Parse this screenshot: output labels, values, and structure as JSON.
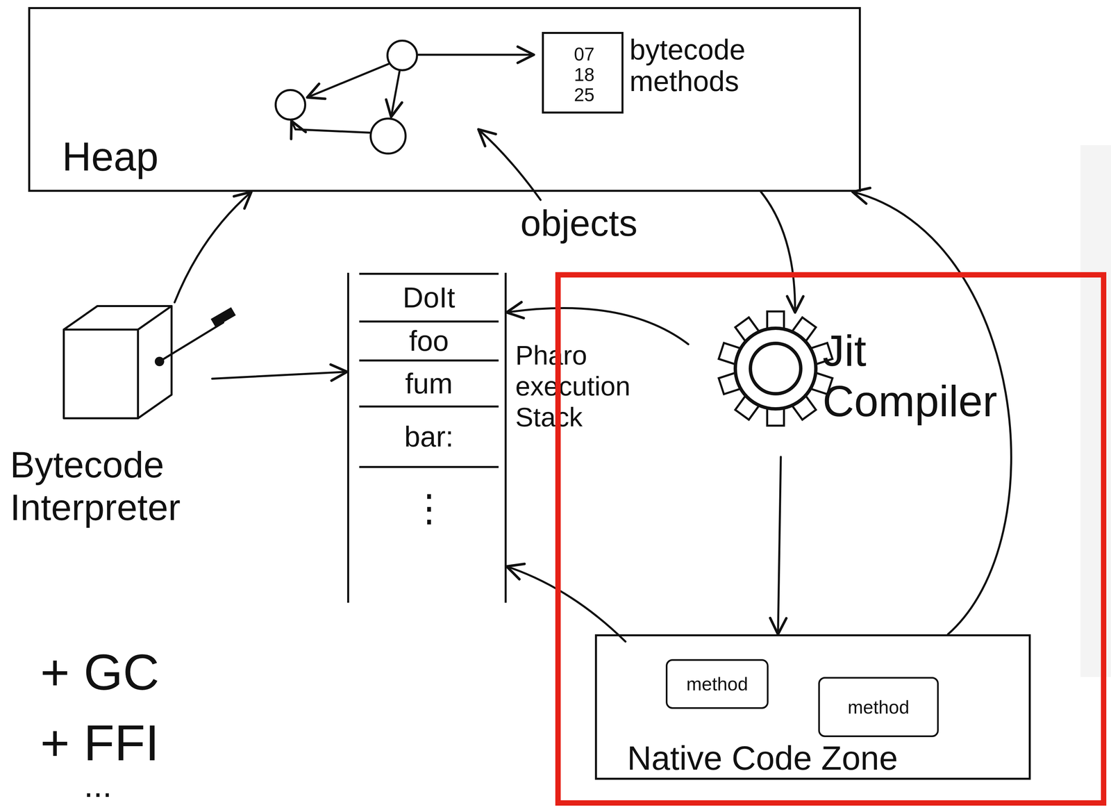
{
  "diagram": {
    "nodes": [
      {
        "text": [
          "Heap"
        ]
      },
      {
        "text": [
          "07 18 25",
          "bytecode methods"
        ],
        "in": 0
      },
      {
        "text": [
          "Bytecode Interpreter"
        ]
      },
      {
        "text": [
          "DoIt",
          "foo",
          "fum",
          "bar:",
          "⋮",
          "Pharo execution Stack"
        ]
      },
      {
        "text": [
          "Jit Compiler"
        ]
      },
      {
        "text": [
          "Native Code Zone"
        ]
      },
      {
        "text": [
          "method"
        ],
        "in": 5
      },
      {
        "text": [
          "method"
        ],
        "in": 5
      }
    ],
    "edges": [
      {
        "from": 2,
        "to": 0,
        "arrow": "to"
      },
      {
        "from": 2,
        "to": 3,
        "arrow": "to"
      },
      {
        "from": 0,
        "to": 4,
        "arrow": "to"
      },
      {
        "from": 4,
        "to": 3,
        "arrow": "to"
      },
      {
        "from": 4,
        "to": 5,
        "arrow": "to"
      },
      {
        "from": 5,
        "to": 3,
        "arrow": "to"
      },
      {
        "from": 5,
        "to": 0,
        "arrow": "to"
      }
    ],
    "labels": [
      "objects",
      "+ GC",
      "+ FFI",
      "..."
    ]
  }
}
